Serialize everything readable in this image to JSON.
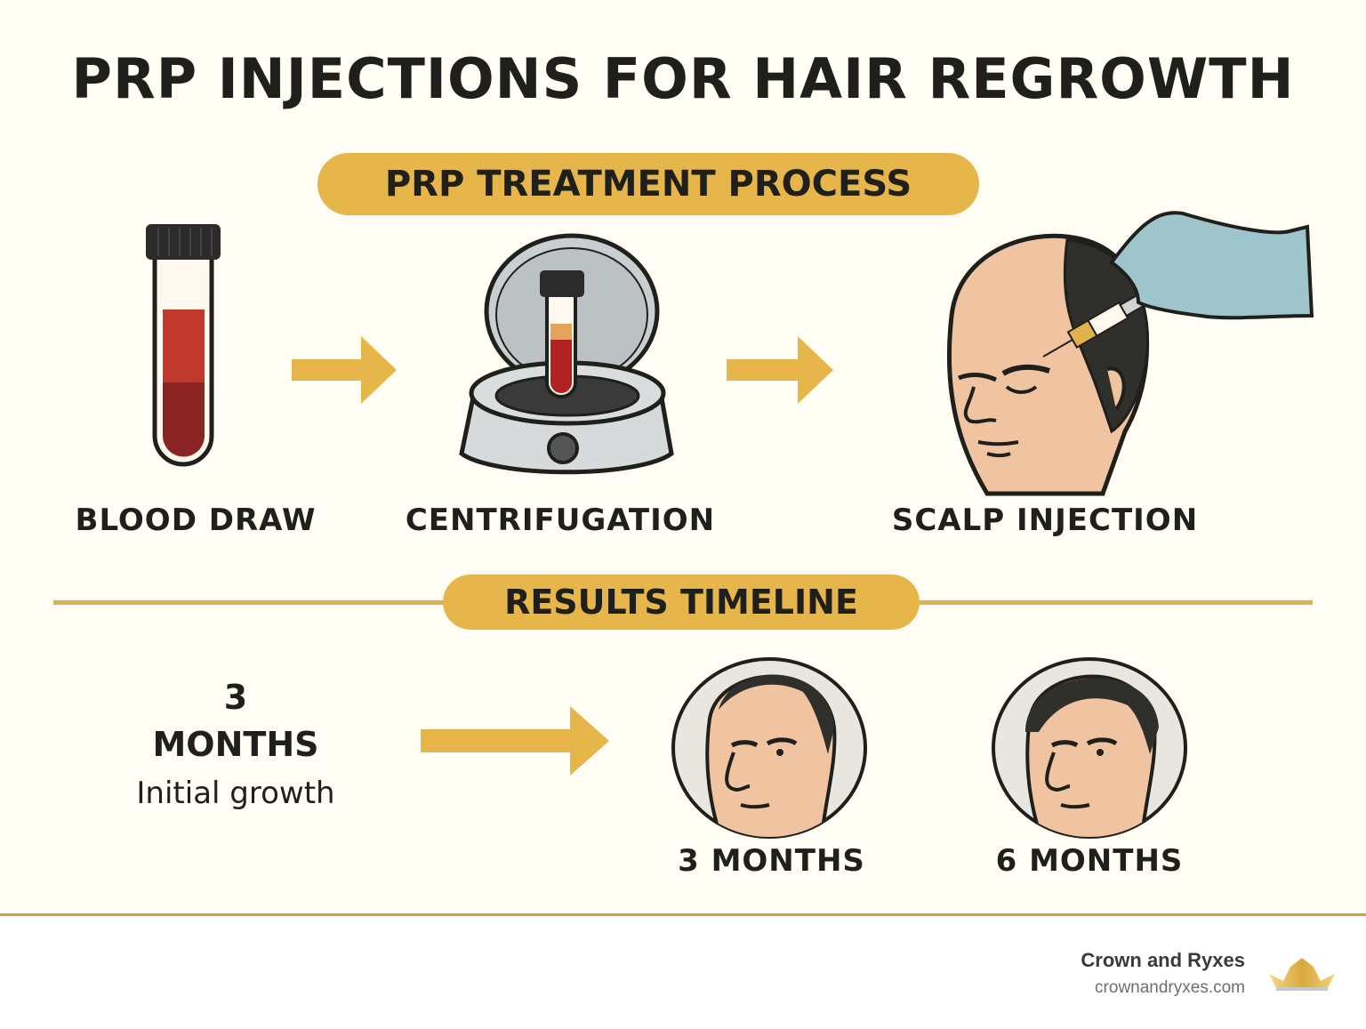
{
  "title": "PRP INJECTIONS FOR HAIR REGROWTH",
  "process": {
    "heading": "PRP TREATMENT PROCESS",
    "steps": [
      {
        "label": "BLOOD DRAW",
        "icon": "blood-tube-icon"
      },
      {
        "label": "CENTRIFUGATION",
        "icon": "centrifuge-icon"
      },
      {
        "label": "SCALP INJECTION",
        "icon": "scalp-injection-icon"
      }
    ]
  },
  "results": {
    "heading": "RESULTS TIMELINE",
    "intro": {
      "number": "3",
      "unit": "MONTHS",
      "description": "Initial growth"
    },
    "stages": [
      {
        "label": "3 MONTHS",
        "icon": "head-3-months-icon"
      },
      {
        "label": "6 MONTHS",
        "icon": "head-6-months-icon"
      }
    ]
  },
  "footer": {
    "brand": "Crown and Ryxes",
    "url": "crownandryxes.com",
    "logo": "crown-icon"
  },
  "colors": {
    "background": "#fffdf4",
    "accent": "#e6b64b",
    "text": "#1f1f1c",
    "blood_light": "#c0392b",
    "blood_dark": "#8b2525",
    "glove": "#9ec5cc",
    "skin": "#f0c4a0",
    "hair": "#2f2f2c"
  }
}
